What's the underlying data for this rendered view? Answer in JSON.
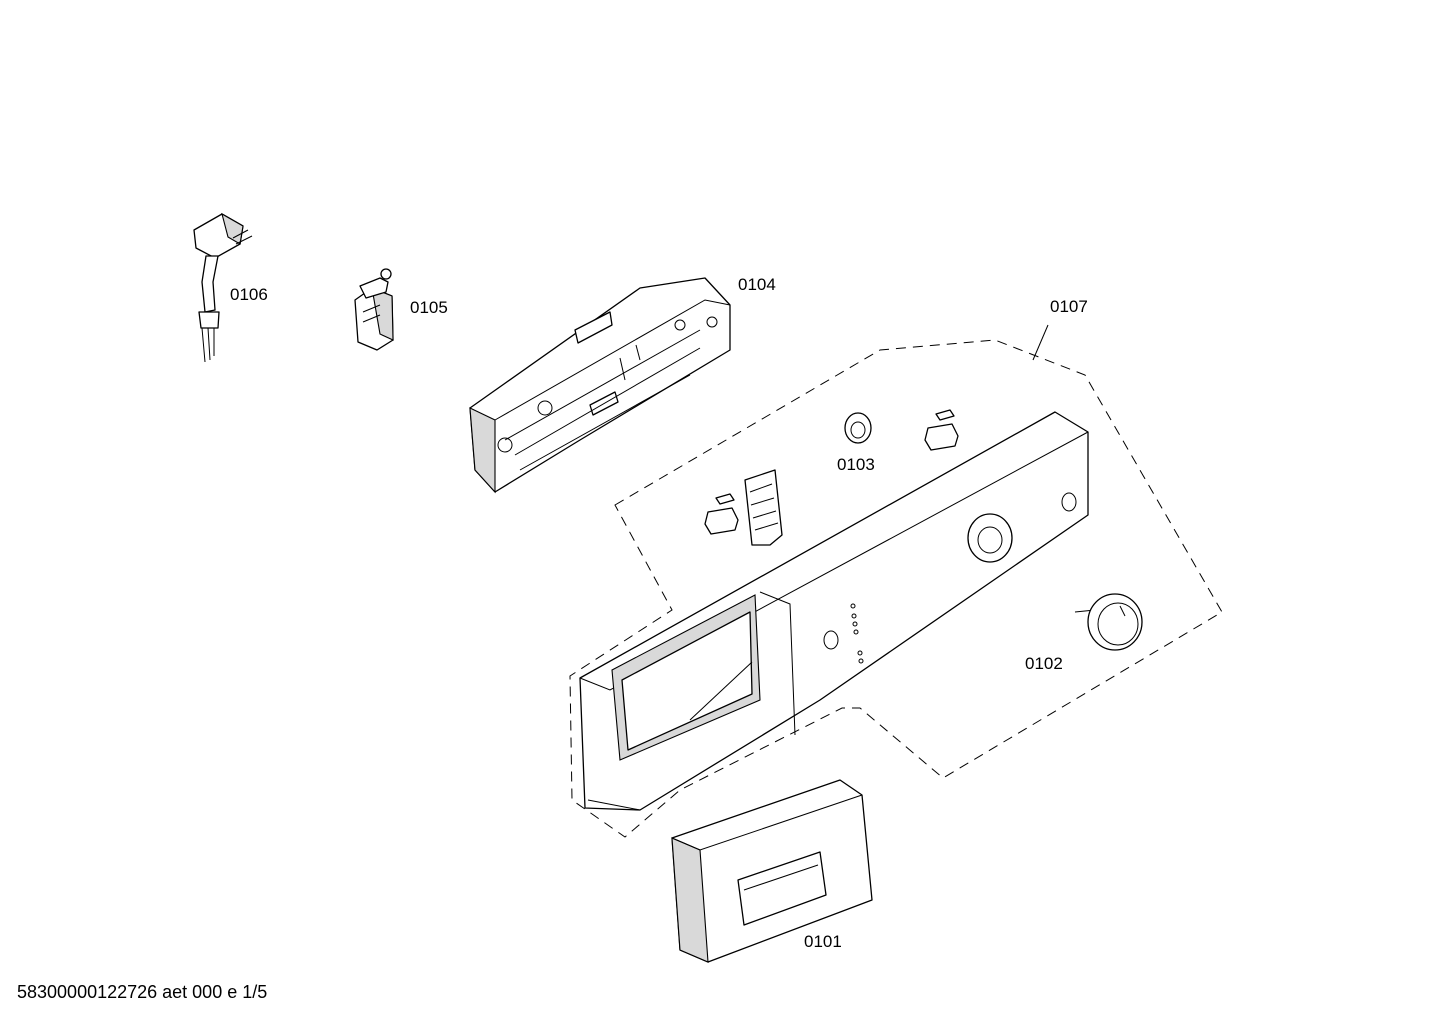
{
  "parts": [
    {
      "id": "0101",
      "label": "0101"
    },
    {
      "id": "0102",
      "label": "0102"
    },
    {
      "id": "0103",
      "label": "0103"
    },
    {
      "id": "0104",
      "label": "0104"
    },
    {
      "id": "0105",
      "label": "0105"
    },
    {
      "id": "0106",
      "label": "0106"
    },
    {
      "id": "0107",
      "label": "0107"
    }
  ],
  "footer": {
    "text": "58300000122726 aet 000 e 1/5"
  }
}
